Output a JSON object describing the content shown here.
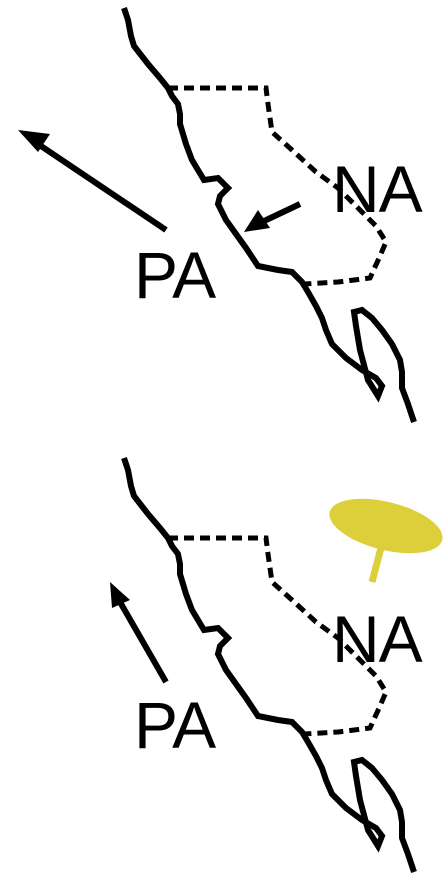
{
  "panels": [
    {
      "id": "top",
      "plate_pacific_label": "PA",
      "plate_north_america_label": "NA",
      "has_plume": false
    },
    {
      "id": "bottom",
      "plate_pacific_label": "PA",
      "plate_north_america_label": "NA",
      "has_plume": true
    }
  ],
  "colors": {
    "lines": "#000000",
    "plume": "#dccf3a",
    "background": "#ffffff"
  }
}
